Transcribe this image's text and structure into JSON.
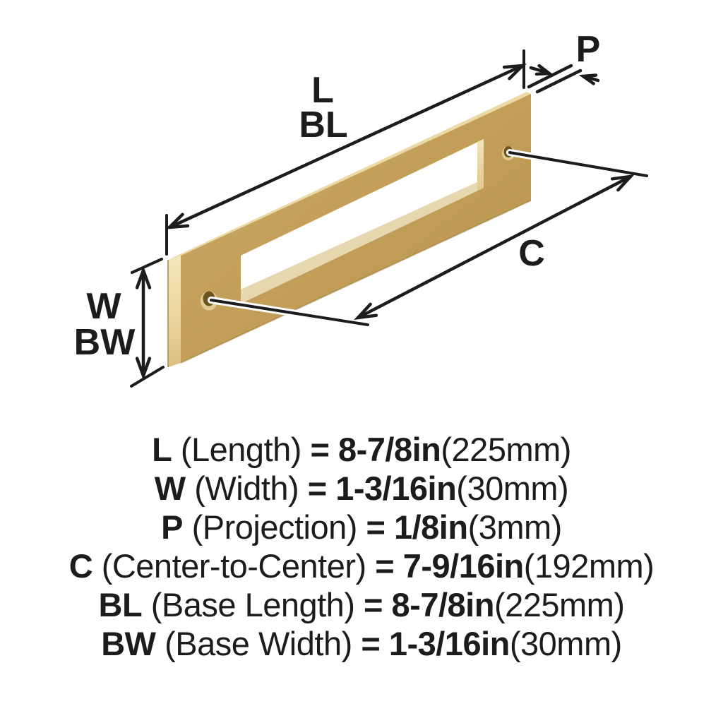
{
  "diagram": {
    "labels": {
      "length": "L",
      "base_length": "BL",
      "projection": "P",
      "center_to_center": "C",
      "width": "W",
      "base_width": "BW"
    },
    "colors": {
      "ink": "#1c1c1c",
      "plate_face_gold": "#c29e58",
      "plate_edge_cream": "#f2e1b2",
      "inner_wall_cream": "#e7d7ae",
      "hole_dark": "#6c5420"
    }
  },
  "specs": {
    "items": [
      {
        "symbol": "L",
        "name": "(Length)",
        "value": "= 8-7/8in",
        "metric": "(225mm)"
      },
      {
        "symbol": "W",
        "name": "(Width)",
        "value": "= 1-3/16in",
        "metric": "(30mm)"
      },
      {
        "symbol": "P",
        "name": "(Projection)",
        "value": "= 1/8in",
        "metric": "(3mm)"
      },
      {
        "symbol": "C",
        "name": "(Center-to-Center)",
        "value": "= 7-9/16in",
        "metric": "(192mm)"
      },
      {
        "symbol": "BL",
        "name": "(Base Length)",
        "value": "= 8-7/8in",
        "metric": "(225mm)"
      },
      {
        "symbol": "BW",
        "name": "(Base Width)",
        "value": "= 1-3/16in",
        "metric": "(30mm)"
      }
    ]
  }
}
